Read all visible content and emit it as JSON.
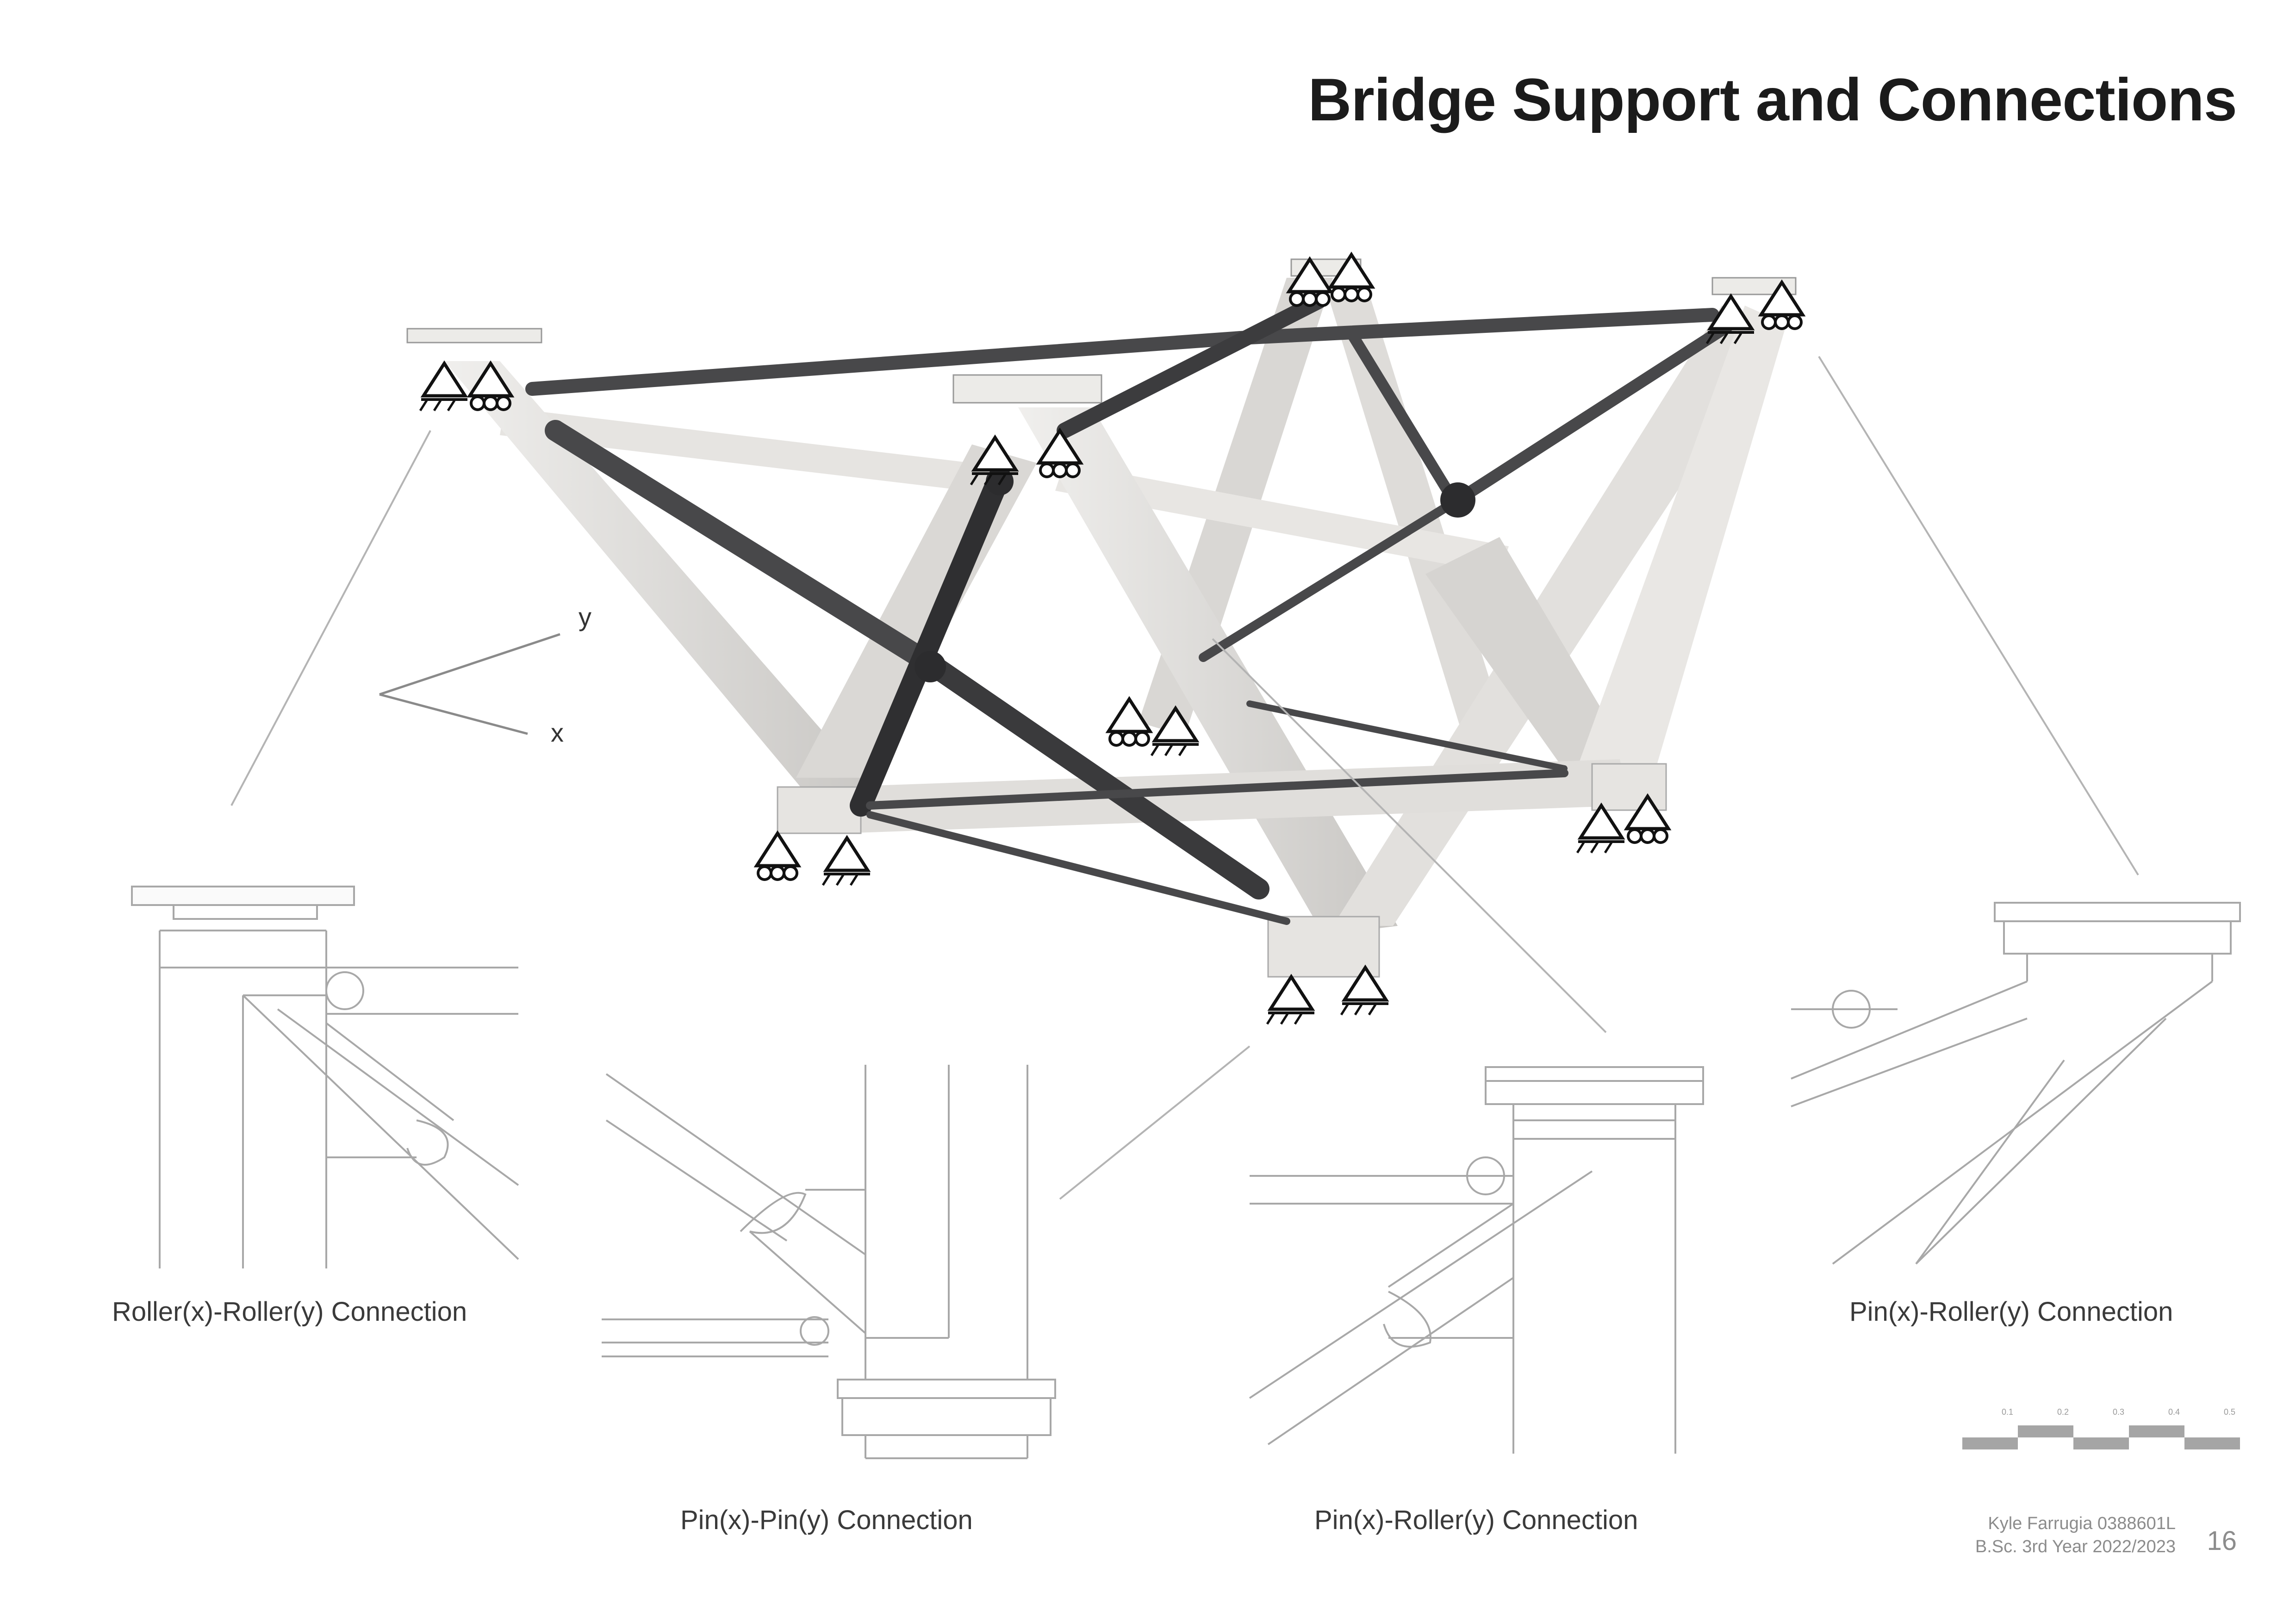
{
  "title": "Bridge Support and Connections",
  "axes": {
    "y": "y",
    "x": "x"
  },
  "connections": [
    "Roller(x)-Roller(y) Connection",
    "Pin(x)-Pin(y) Connection",
    "Pin(x)-Roller(y) Connection",
    "Pin(x)-Roller(y) Connection"
  ],
  "scale_bar": {
    "ticks": [
      "0.1",
      "0.2",
      "0.3",
      "0.4",
      "0.5"
    ]
  },
  "credit": {
    "author": "Kyle Farrugia 0388601L",
    "course": "B.Sc. 3rd Year 2022/2023"
  },
  "page_number": "16",
  "colors": {
    "steel": "#4a4a4c",
    "concrete": "#e4e2df",
    "line": "#b8b8b8",
    "text": "#1b1b1b"
  }
}
